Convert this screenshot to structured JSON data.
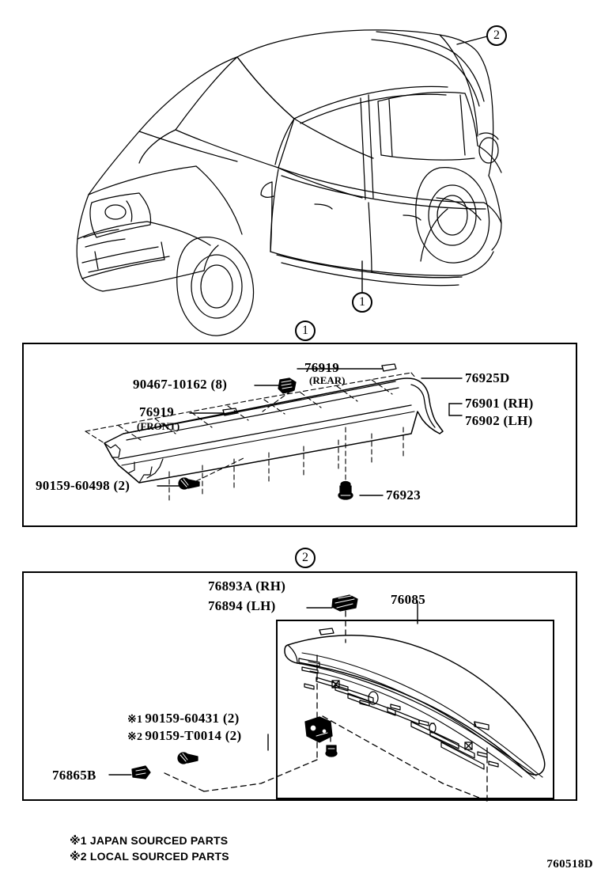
{
  "diagram": {
    "code": "760518D",
    "vehicle_illustration_name": "hatchback-3quarter-view",
    "callouts": [
      {
        "id": "callout-1-car",
        "label": "1"
      },
      {
        "id": "callout-2-car",
        "label": "2"
      },
      {
        "id": "callout-1-panel",
        "label": "1"
      },
      {
        "id": "callout-2-panel",
        "label": "2"
      }
    ]
  },
  "panel1": {
    "callout": "1",
    "title_part_name": "door-scuff-plate-assembly",
    "labels": {
      "clip_90467": "90467-10162 (8)",
      "pad_rear": "76919",
      "pad_rear_sub": "(REAR)",
      "pad_front": "76919",
      "pad_front_sub": "(FRONT)",
      "bolt_90159": "90159-60498 (2)",
      "moulding_end": "76925D",
      "rocker_rh": "76901 (RH)",
      "rocker_lh": "76902 (LH)",
      "nut_76923": "76923"
    }
  },
  "panel2": {
    "callout": "2",
    "title_part_name": "roof-spoiler-assembly",
    "labels": {
      "bracket_rh": "76893A (RH)",
      "bracket_lh": "76894 (LH)",
      "spoiler_76085": "76085",
      "screw_japan_mark": "※1",
      "screw_japan": "90159-60431 (2)",
      "screw_local_mark": "※2",
      "screw_local": "90159-T0014 (2)",
      "clip_76865b": "76865B"
    }
  },
  "footnotes": {
    "line1": "※1 JAPAN SOURCED PARTS",
    "line2": "※2 LOCAL SOURCED PARTS"
  },
  "colors": {
    "ink": "#000000",
    "paper": "#ffffff"
  }
}
